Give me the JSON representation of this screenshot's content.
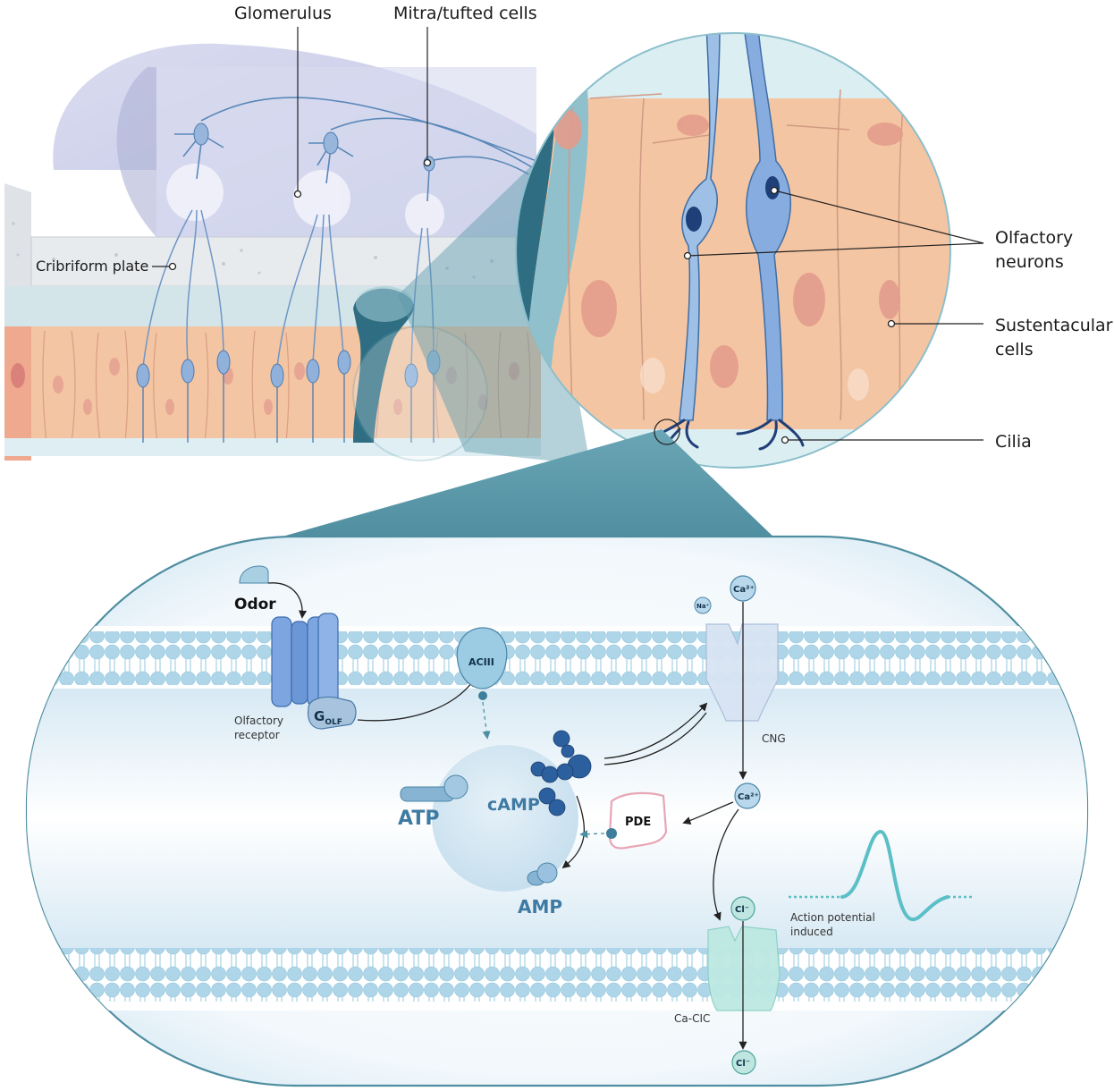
{
  "labels": {
    "glomerulus": "Glomerulus",
    "mitral_tufted": "Mitra/tufted cells",
    "cribriform": "Cribriform plate",
    "olfactory_neurons_1": "Olfactory",
    "olfactory_neurons_2": "neurons",
    "sustentacular_1": "Sustentacular",
    "sustentacular_2": "cells",
    "cilia": "Cilia",
    "odor": "Odor",
    "olfactory_receptor_1": "Olfactory",
    "olfactory_receptor_2": "receptor",
    "golf_main": "G",
    "golf_sub": "OLF",
    "aciii": "ACIII",
    "camp": "cAMP",
    "atp": "ATP",
    "amp": "AMP",
    "pde": "PDE",
    "ca_top": "Ca²⁺",
    "na": "Na⁺",
    "cng": "CNG",
    "ca_mid": "Ca²⁺",
    "cl_top": "Cl⁻",
    "ca_clc": "Ca-CIC",
    "cl_bottom": "Cl⁻",
    "action_potential_1": "Action potential",
    "action_potential_2": "induced"
  },
  "colors": {
    "tissue_peach": "#f6c8a4",
    "nucleus_pink": "#e49a8d",
    "neuron_blue": "#8fb1dc",
    "neuron_dark": "#2f5d99",
    "teal_duct": "#2f6e82",
    "membrane_blue": "#a9d3e6",
    "cng_pale": "#d8e4f3",
    "channel_teal": "#bde8e2",
    "ap_wave": "#5bbfc6",
    "bulb_lavender": "#c9cde8",
    "zoom_cone": "#5a9aab"
  },
  "icons": [
    "odor-molecule-icon",
    "olfactory-receptor-icon",
    "golf-protein-icon",
    "aciii-enzyme-icon",
    "camp-molecule-icon",
    "atp-molecule-icon",
    "amp-molecule-icon",
    "pde-enzyme-icon",
    "cng-channel-icon",
    "ca-clc-channel-icon",
    "action-potential-wave-icon"
  ]
}
